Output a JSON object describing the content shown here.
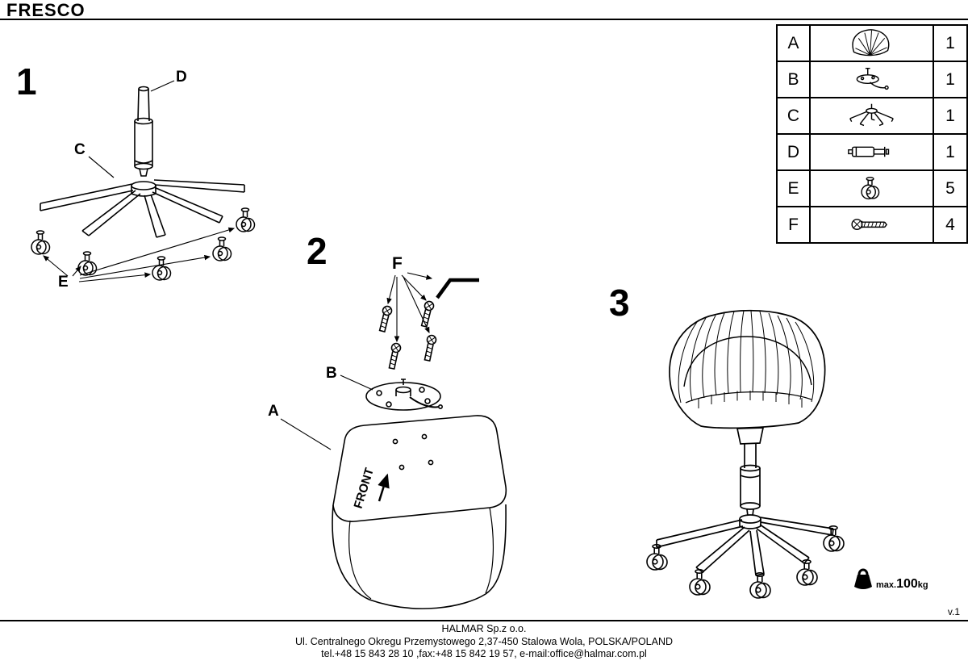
{
  "page": {
    "title": "FRESCO",
    "version": "v.1"
  },
  "steps": {
    "one": {
      "num": "1",
      "label_c": "C",
      "label_d": "D",
      "label_e": "E"
    },
    "two": {
      "num": "2",
      "label_a": "A",
      "label_b": "B",
      "label_f": "F",
      "front": "FRONT"
    },
    "three": {
      "num": "3"
    }
  },
  "parts_table": {
    "rows": [
      {
        "letter": "A",
        "icon": "seat-shell-icon",
        "qty": "1"
      },
      {
        "letter": "B",
        "icon": "mounting-plate-icon",
        "qty": "1"
      },
      {
        "letter": "C",
        "icon": "star-base-icon",
        "qty": "1"
      },
      {
        "letter": "D",
        "icon": "gas-lift-icon",
        "qty": "1"
      },
      {
        "letter": "E",
        "icon": "caster-icon",
        "qty": "5"
      },
      {
        "letter": "F",
        "icon": "screw-icon",
        "qty": "4"
      }
    ]
  },
  "load_limit": {
    "prefix": "max.",
    "value": "100",
    "unit": "kg"
  },
  "footer": {
    "company": "HALMAR Sp.z o.o.",
    "address": "Ul. Centralnego Okregu Przemystowego 2,37-450 Stalowa Wola, POLSKA/POLAND",
    "contact": "tel.+48 15 843 28 10 ,fax:+48 15 842 19 57, e-mail:office@halmar.com.pl"
  },
  "colors": {
    "ink": "#000000",
    "paper": "#ffffff"
  }
}
